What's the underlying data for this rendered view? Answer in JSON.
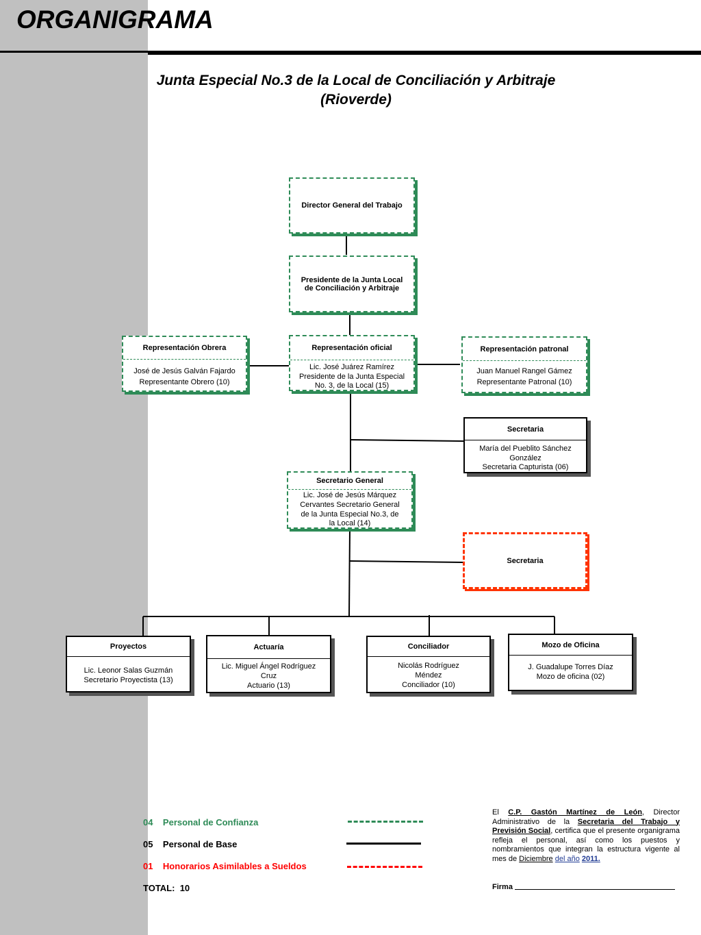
{
  "header": {
    "title": "ORGANIGRAMA"
  },
  "subtitle": {
    "line1": "Junta Especial No.3 de la Local de Conciliación y Arbitraje",
    "line2": "(Rioverde)"
  },
  "boxes": {
    "director": {
      "title": "Director General del Trabajo"
    },
    "presidente": {
      "title": "Presidente de la Junta Local de Conciliación y Arbitraje"
    },
    "rep_obrera": {
      "title": "Representación Obrera",
      "line1": "José de Jesús Galván Fajardo",
      "line2": "Representante  Obrero (10)"
    },
    "rep_oficial": {
      "title": "Representación oficial",
      "line1": "Lic. José Juárez Ramírez",
      "line2": "Presidente de la Junta Especial",
      "line3": "No. 3, de la Local (15)"
    },
    "rep_patronal": {
      "title": "Representación patronal",
      "line1": "Juan Manuel Rangel Gámez",
      "line2": "Representante  Patronal (10)"
    },
    "secretaria1": {
      "title": "Secretaria",
      "line1": "María del Pueblito Sánchez",
      "line2": "González",
      "line3": "Secretaria Capturista (06)"
    },
    "secretario_general": {
      "title": "Secretario General",
      "line1": "Lic. José de Jesús Márquez",
      "line2": "Cervantes Secretario General",
      "line3": "de la Junta Especial No.3, de",
      "line4": "la Local  (14)"
    },
    "secretaria2": {
      "title": "Secretaria"
    },
    "proyectos": {
      "title": "Proyectos",
      "line1": "Lic. Leonor Salas Guzmán",
      "line2": "Secretario Proyectista (13)"
    },
    "actuaria": {
      "title": "Actuaría",
      "line1": "Lic. Miguel Ángel Rodríguez",
      "line2": "Cruz",
      "line3": "Actuario (13)"
    },
    "conciliador": {
      "title": "Conciliador",
      "line1": "Nicolás Rodríguez",
      "line2": "Méndez",
      "line3": "Conciliador (10)"
    },
    "mozo": {
      "title": "Mozo de Oficina",
      "line1": "J. Guadalupe Torres Díaz",
      "line2": "Mozo de oficina (02)"
    }
  },
  "legend": {
    "confianza": {
      "count": "04",
      "label": "Personal de Confianza",
      "color": "#2e8b57"
    },
    "base": {
      "count": "05",
      "label": "Personal de Base",
      "color": "#000000"
    },
    "honorarios": {
      "count": "01",
      "label": "Honorarios Asimilables a Sueldos",
      "color": "#ff0000"
    },
    "total_label": "TOTAL:",
    "total_value": "10"
  },
  "certification": {
    "el": "El",
    "name": "C.P. Gastón Martínez de León",
    "role": ", Director Administrativo de la",
    "secretaria": "Secretaria del Trabajo y Previsión Social",
    "body": ", certifica que el presente organigrama refleja el personal, así como los puestos y nombramientos que integran la estructura vigente al mes de",
    "mes": "Diciembre",
    "del_anio": "del año",
    "anio": "2011.",
    "firma": "Firma"
  }
}
